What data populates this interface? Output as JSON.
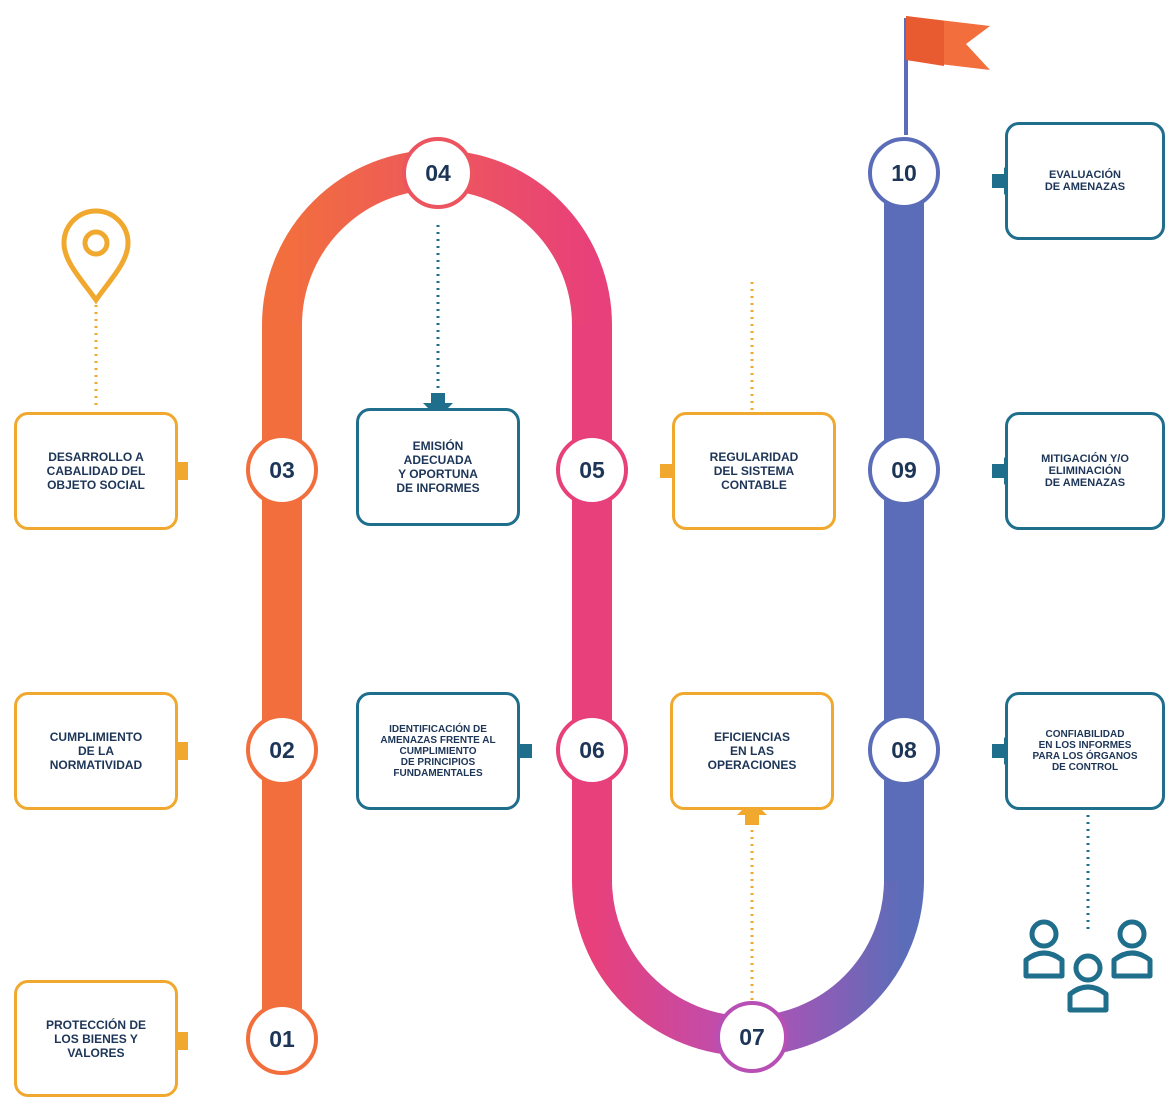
{
  "colors": {
    "orange_path": "#f26f3d",
    "pink_path": "#e8407a",
    "purple_path": "#b84fb5",
    "blue_path": "#5b6db8",
    "box_orange": "#f0a92e",
    "box_blue": "#1e6e8c",
    "text_dark": "#1d3557",
    "flag": "#f26f3d"
  },
  "icons": [
    "location-pin-icon",
    "flag-icon",
    "people-group-icon",
    "arrow-icon"
  ],
  "steps": [
    {
      "number": "01",
      "label": "PROTECCIÓN DE\nLOS BIENES Y\nVALORES"
    },
    {
      "number": "02",
      "label": "CUMPLIMIENTO\nDE LA\nNORMATIVIDAD"
    },
    {
      "number": "03",
      "label": "DESARROLLO A\nCABALIDAD DEL\nOBJETO SOCIAL"
    },
    {
      "number": "04",
      "label": "EMISIÓN\nADECUADA\nY OPORTUNA\nDE INFORMES"
    },
    {
      "number": "05",
      "label": "REGULARIDAD\nDEL SISTEMA\nCONTABLE"
    },
    {
      "number": "06",
      "label": "IDENTIFICACIÓN DE\nAMENAZAS FRENTE AL\nCUMPLIMIENTO\nDE PRINCIPIOS\nFUNDAMENTALES"
    },
    {
      "number": "07",
      "label": "EFICIENCIAS\nEN LAS\nOPERACIONES"
    },
    {
      "number": "08",
      "label": "CONFIABILIDAD\nEN LOS INFORMES\nPARA LOS ÓRGANOS\nDE CONTROL"
    },
    {
      "number": "09",
      "label": "MITIGACIÓN Y/O\nELIMINACIÓN\nDE AMENAZAS"
    },
    {
      "number": "10",
      "label": "EVALUACIÓN\nDE AMENAZAS"
    }
  ]
}
